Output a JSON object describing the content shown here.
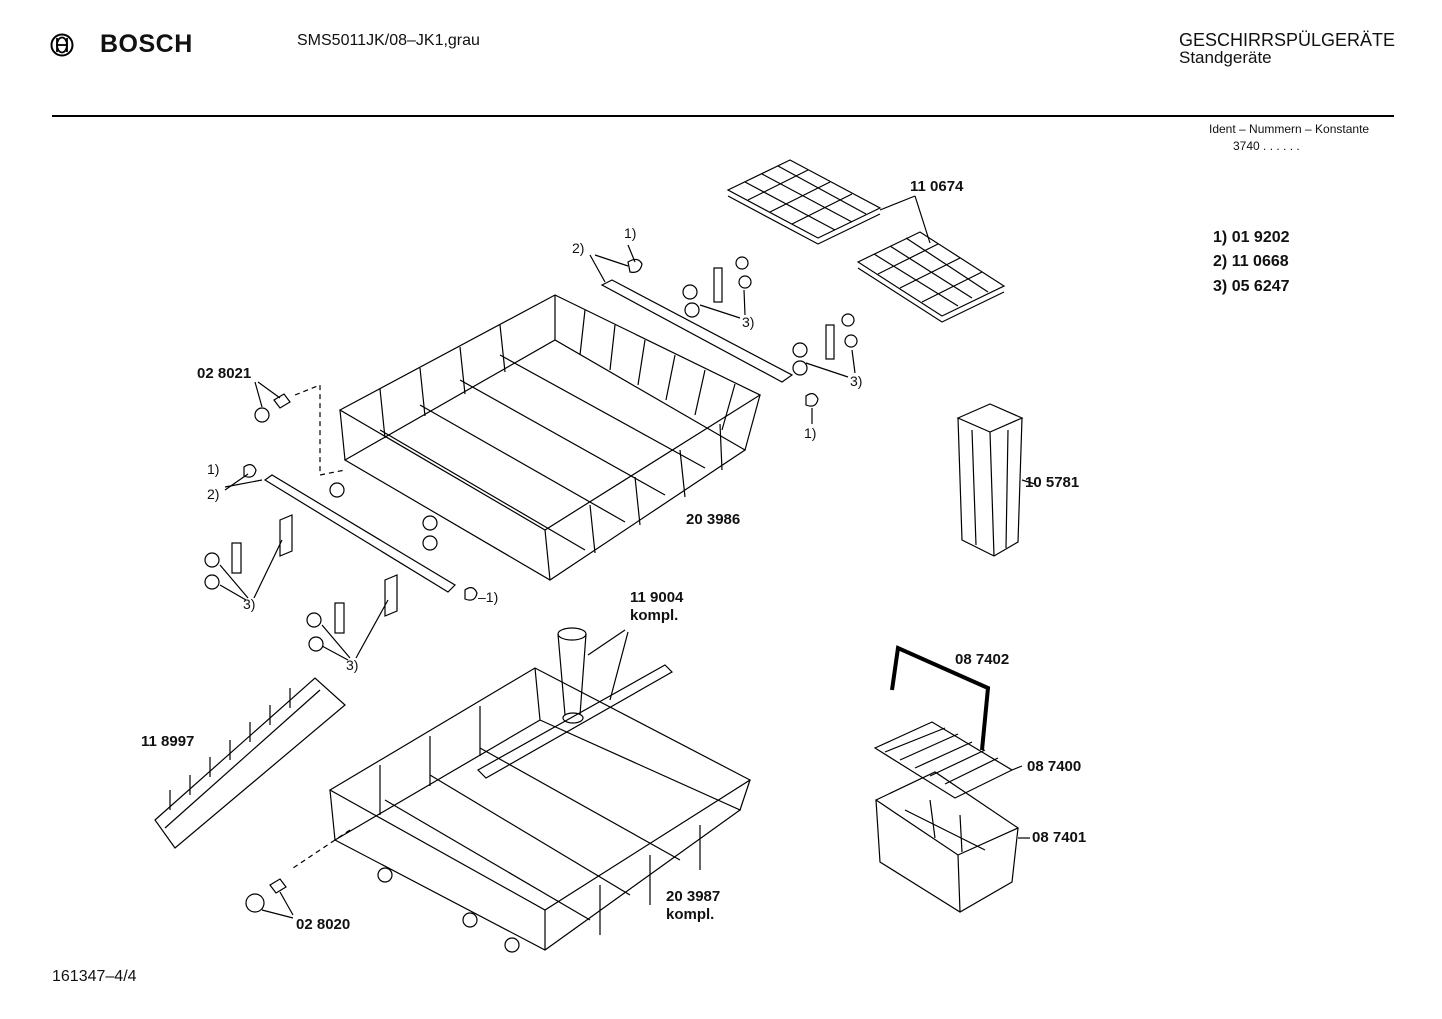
{
  "header": {
    "brand": "BOSCH",
    "model": "SMS5011JK/08–JK1,grau",
    "category": "GESCHIRRSPÜLGERÄTE",
    "subcategory": "Standgeräte",
    "ident_label": "Ident – Nummern – Konstante",
    "ident_value": "3740 . .   . . . ."
  },
  "legend": [
    {
      "key": "1)",
      "part": "01 9202"
    },
    {
      "key": "2)",
      "part": "11 0668"
    },
    {
      "key": "3)",
      "part": "05 6247"
    }
  ],
  "parts": {
    "p110674": "11 0674",
    "p028021": "02 8021",
    "p203986": "20 3986",
    "p105781": "10 5781",
    "p119004": "11 9004",
    "p119004b": "kompl.",
    "p118997": "11 8997",
    "p087402": "08 7402",
    "p087400": "08 7400",
    "p087401": "08 7401",
    "p203987": "20 3987",
    "p203987b": "kompl.",
    "p028020": "02 8020"
  },
  "callouts": {
    "c1a": "1)",
    "c2a": "2)",
    "c3a": "3)",
    "c3b": "3)",
    "c1b": "1)",
    "c1c": "1)",
    "c2c": "2)",
    "c3c": "3)",
    "c3d": "3)",
    "c1d": "–1)"
  },
  "footer": {
    "doc_number": "161347–4/4"
  }
}
